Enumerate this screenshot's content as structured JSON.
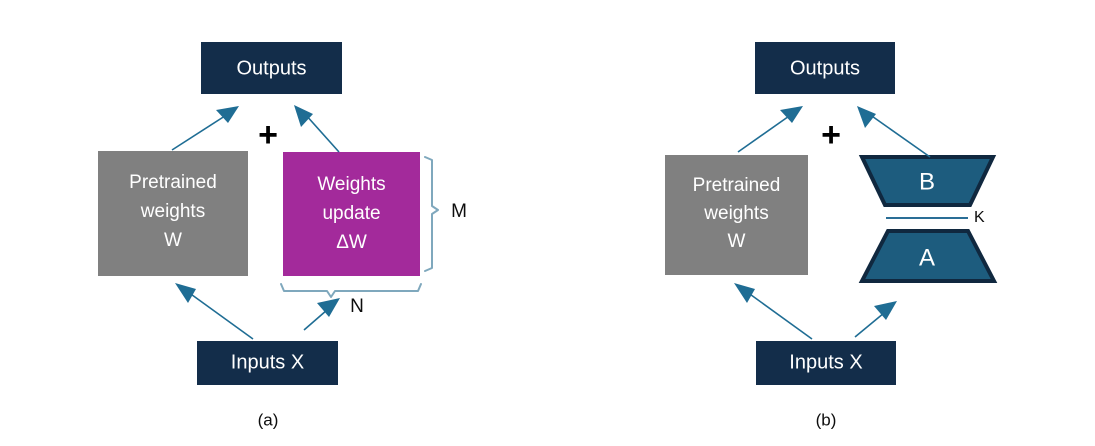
{
  "figure": {
    "background": "#ffffff",
    "panels": [
      {
        "id": "panel-a",
        "caption": "(a)",
        "outputs_label": "Outputs",
        "inputs_label": "Inputs X",
        "plus_label": "+",
        "pretrained_line1": "Pretrained",
        "pretrained_line2": "weights",
        "pretrained_line3": "W",
        "update_line1": "Weights",
        "update_line2": "update",
        "update_line3": "ΔW",
        "dim_m": "M",
        "dim_n": "N"
      },
      {
        "id": "panel-b",
        "caption": "(b)",
        "outputs_label": "Outputs",
        "inputs_label": "Inputs X",
        "plus_label": "+",
        "pretrained_line1": "Pretrained",
        "pretrained_line2": "weights",
        "pretrained_line3": "W",
        "trapezoid_b_label": "B",
        "trapezoid_a_label": "A",
        "dim_k": "K"
      }
    ]
  },
  "colors": {
    "dark_navy": "#132d4a",
    "gray": "#808080",
    "magenta": "#a32a9b",
    "steel_blue": "#1f6d94",
    "trapezoid_fill": "#1d5c7e",
    "trapezoid_stroke": "#10283f",
    "brace": "#7fa8bd",
    "text_white": "#ffffff",
    "text_black": "#0d0d0d"
  }
}
